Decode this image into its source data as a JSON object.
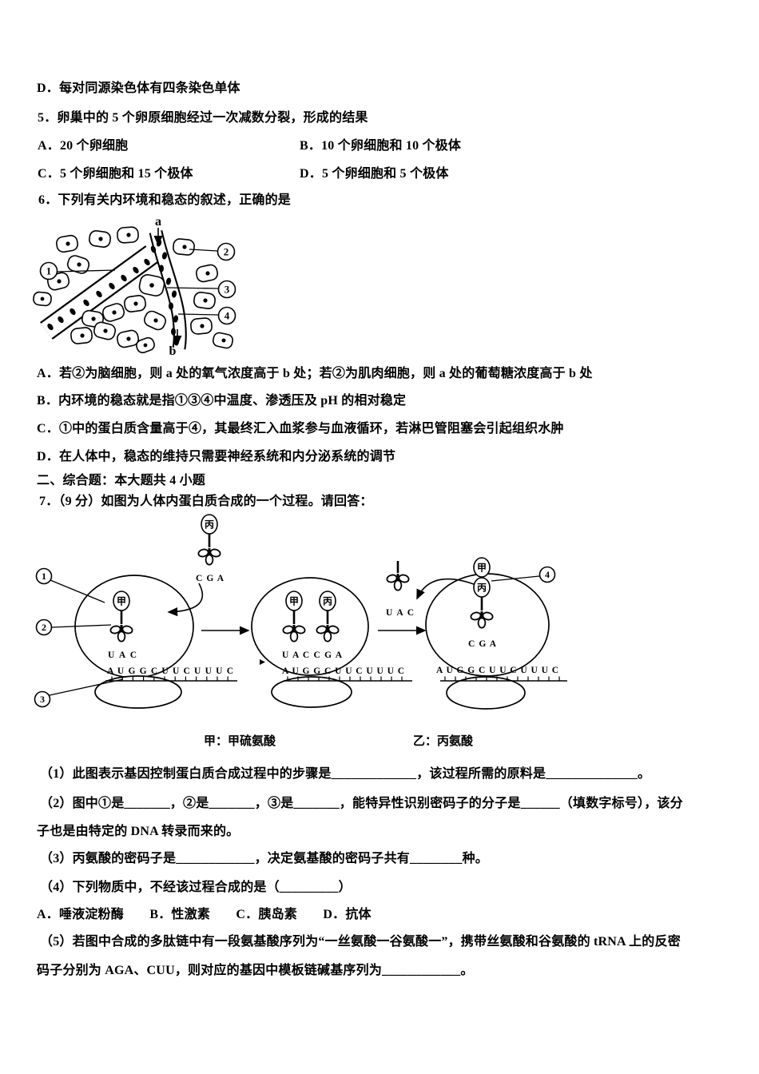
{
  "doc": {
    "prev_option_d": "D．每对同源染色体有四条染色单体",
    "q5": {
      "stem": "5．卵巢中的 5 个卵原细胞经过一次减数分裂，形成的结果",
      "a": "A．20 个卵细胞",
      "b": "B．10 个卵细胞和 10 个极体",
      "c": "C．5 个卵细胞和 15 个极体",
      "d": "D．5 个卵细胞和 5 个极体"
    },
    "q6": {
      "stem": "6．下列有关内环境和稳态的叙述，正确的是",
      "a": "A．若②为脑细胞，则 a 处的氧气浓度高于 b 处；若②为肌肉细胞，则 a 处的葡萄糖浓度高于 b 处",
      "b": "B．内环境的稳态就是指①③④中温度、渗透压及 pH 的相对稳定",
      "c": "C．①中的蛋白质含量高于④，其最终汇入血浆参与血液循环，若淋巴管阻塞会引起组织水肿",
      "d": "D．在人体中，稳态的维持只需要神经系统和内分泌系统的调节"
    },
    "section2": "二、综合题：本大题共 4 小题",
    "q7": {
      "stem": "7．（9 分）如图为人体内蛋白质合成的一个过程。请回答：",
      "part1": "（1）此图表示基因控制蛋白质合成过程中的步骤是_____________，该过程所需的原料是______________。",
      "part2_line1": "（2）图中①是_______，②是_______，③是_______，能特异性识别密码子的分子是______（填数字标号），该分",
      "part2_line2": "子也是由特定的 DNA 转录而来的。",
      "part3": "（3）丙氨酸的密码子是____________，决定氨基酸的密码子共有________种。",
      "part4": "（4）下列物质中，不经该过程合成的是（_________）",
      "part4_options": "A．唾液淀粉酶　　B．性激素　　C．胰岛素　　D．抗体",
      "part5_line1": "（5）若图中合成的多肽链中有一段氨基酸序列为“一丝氨酸一谷氨酸一”，携带丝氨酸和谷氨酸的 tRNA 上的反密",
      "part5_line2": "码子分别为 AGA、CUU，则对应的基因中模板链碱基序列为____________。"
    }
  },
  "tissue_diagram": {
    "label_a": "a",
    "label_b": "b",
    "n1": "1",
    "n2": "2",
    "n3": "3",
    "n4": "4"
  },
  "translation_diagram": {
    "amino_met": "甲",
    "amino_ala": "丙",
    "anticodon_uac": "U A C",
    "anticodon_cga": "C G A",
    "anticodon_pair": "U A C C G A",
    "mrna": "A U G G C U U C U U U C",
    "n1": "1",
    "n2": "2",
    "n3": "3",
    "n4": "4",
    "caption_left": "甲：甲硫氨酸",
    "caption_right": "乙：丙氨酸"
  }
}
